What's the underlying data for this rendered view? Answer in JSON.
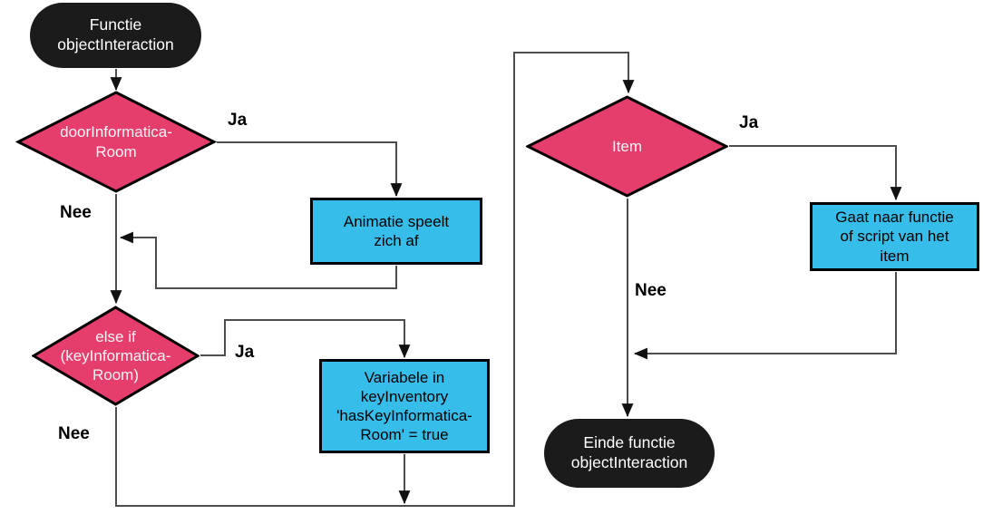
{
  "diagram": {
    "title": "objectInteraction flowchart",
    "language": "Dutch"
  },
  "colors": {
    "decision_fill": "#e63e6c",
    "decision_text": "#fdf3f6",
    "process_fill": "#37bdea",
    "process_text": "#000000",
    "terminal_fill": "#1b1b1b",
    "terminal_text": "#ffffff",
    "border_color": "#000000",
    "edge_color": "#4d4d4d",
    "arrow_color": "#111111",
    "label_color": "#000000"
  },
  "nodes": {
    "start": {
      "type": "terminator",
      "label": "Functie\nobjectInteraction"
    },
    "door_decision": {
      "type": "decision",
      "label": "doorInformatica-\nRoom"
    },
    "animation_process": {
      "type": "process",
      "label": "Animatie speelt\nzich af"
    },
    "key_decision": {
      "type": "decision",
      "label": "else if\n(keyInformatica-\nRoom)"
    },
    "variable_process": {
      "type": "process",
      "label": "Variabele in\nkeyInventory\n'hasKeyInformatica-\nRoom' = true"
    },
    "item_decision": {
      "type": "decision",
      "label": "Item"
    },
    "item_script_process": {
      "type": "process",
      "label": "Gaat naar functie\nof script van het\nitem"
    },
    "end": {
      "type": "terminator",
      "label": "Einde functie\nobjectInteraction"
    }
  },
  "edge_labels": {
    "door_ja": "Ja",
    "door_nee": "Nee",
    "key_ja": "Ja",
    "key_nee": "Nee",
    "item_ja": "Ja",
    "item_nee": "Nee"
  }
}
